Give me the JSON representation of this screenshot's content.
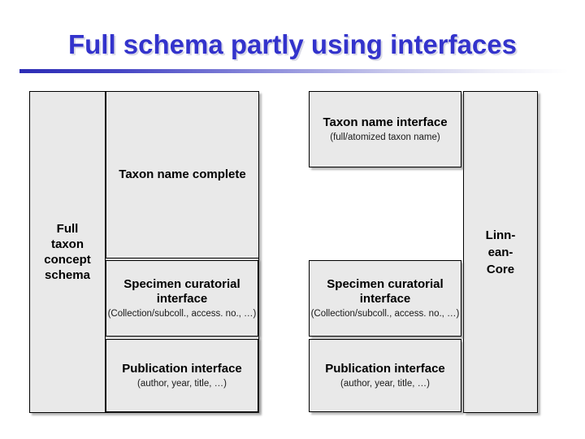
{
  "slide": {
    "title": "Full schema partly using interfaces",
    "title_color": "#3333cc",
    "rule_color": "#2c2cb5",
    "box_fill": "#e9e9e9",
    "box_border": "#000000"
  },
  "left_group": {
    "label": "Full taxon concept schema",
    "boxes": [
      {
        "title": "Taxon name complete",
        "subtitle": ""
      },
      {
        "title": "Specimen curatorial interface",
        "subtitle": "(Collection/subcoll., access. no., …)"
      },
      {
        "title": "Publication interface",
        "subtitle": "(author, year, title, …)"
      }
    ]
  },
  "right_group": {
    "label": "Linn- ean- Core",
    "boxes": [
      {
        "title": "Taxon name interface",
        "subtitle": "(full/atomized taxon name)"
      },
      {
        "title": "Specimen curatorial interface",
        "subtitle": "(Collection/subcoll., access. no., …)"
      },
      {
        "title": "Publication interface",
        "subtitle": "(author, year, title, …)"
      }
    ]
  }
}
